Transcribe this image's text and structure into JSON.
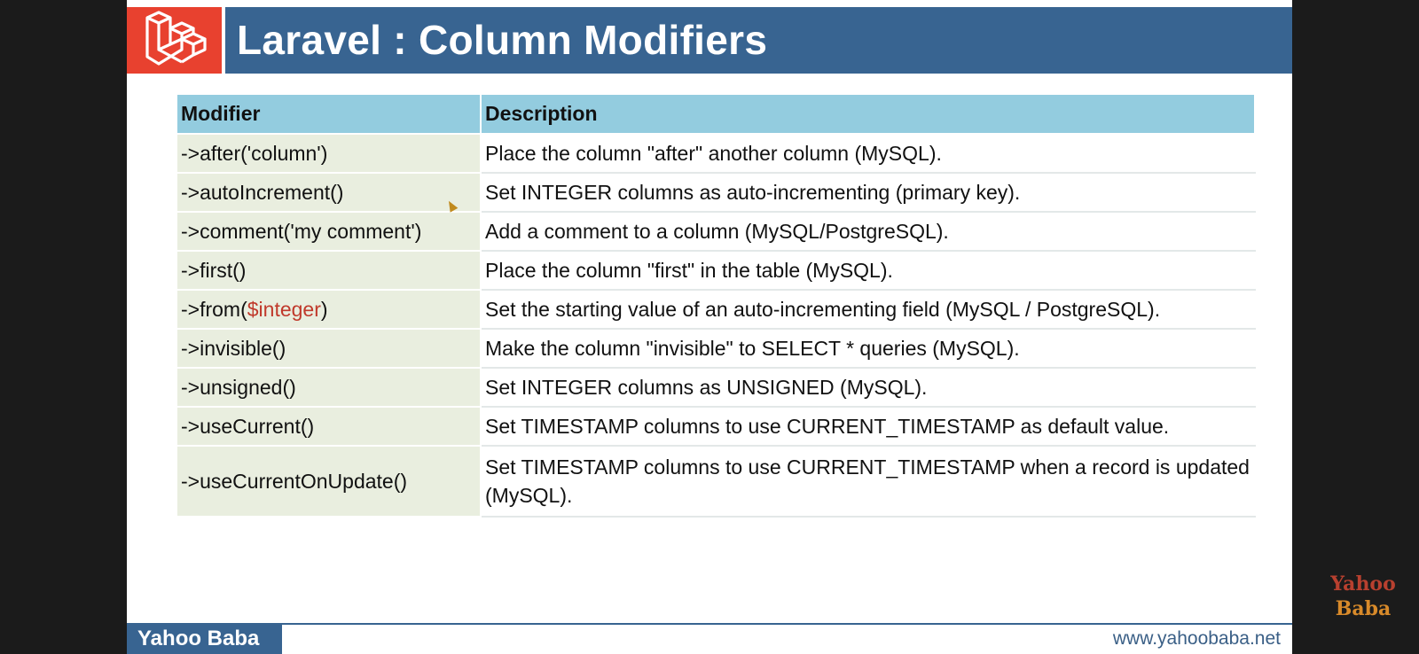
{
  "slide": {
    "title": "Laravel : Column Modifiers",
    "logo_icon": "laravel-logo-icon",
    "colors": {
      "title_bar": "#386491",
      "logo_bg": "#e8412f",
      "header_row": "#93ccdf",
      "modifier_column": "#e9eedf",
      "parameter_text": "#c0392b"
    }
  },
  "table": {
    "headers": [
      "Modifier",
      "Description"
    ],
    "rows": [
      {
        "modifier": "->after('column')",
        "description": "Place the column \"after\" another column (MySQL)."
      },
      {
        "modifier": "->autoIncrement()",
        "description": "Set INTEGER columns as auto-incrementing (primary key)."
      },
      {
        "modifier": "->comment('my comment')",
        "description": "Add a comment to a column (MySQL/PostgreSQL)."
      },
      {
        "modifier": "->first()",
        "description": "Place the column \"first\" in the table (MySQL)."
      },
      {
        "modifier_prefix": "->from(",
        "modifier_param": "$integer",
        "modifier_suffix": ")",
        "description": "Set the starting value of an auto-incrementing field (MySQL / PostgreSQL)."
      },
      {
        "modifier": "->invisible()",
        "description": "Make the column \"invisible\" to SELECT * queries (MySQL)."
      },
      {
        "modifier": "->unsigned()",
        "description": "Set INTEGER columns as UNSIGNED (MySQL)."
      },
      {
        "modifier": "->useCurrent()",
        "description": "Set TIMESTAMP columns to use CURRENT_TIMESTAMP as default value."
      },
      {
        "modifier": "->useCurrentOnUpdate()",
        "description": "Set TIMESTAMP columns to use CURRENT_TIMESTAMP when a record is updated (MySQL)."
      }
    ]
  },
  "footer": {
    "brand": "Yahoo Baba",
    "url": "www.yahoobaba.net"
  },
  "watermark": {
    "line1": "Yahoo",
    "line2": "Baba"
  }
}
